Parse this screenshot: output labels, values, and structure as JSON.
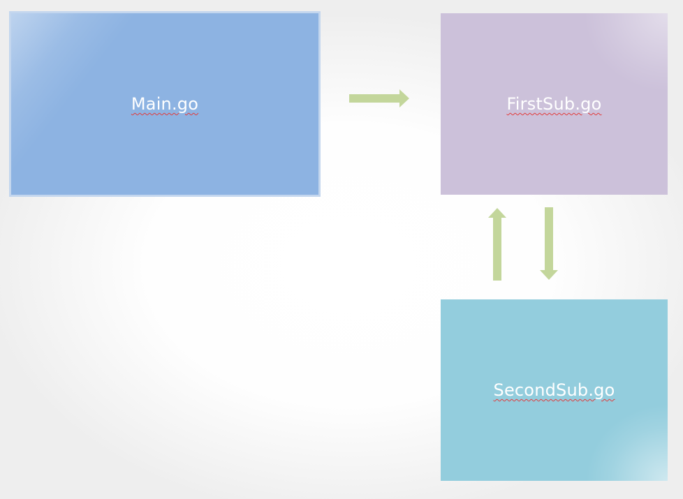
{
  "diagram": {
    "nodes": [
      {
        "id": "main",
        "label": "Main.go",
        "color": "#8db3e2"
      },
      {
        "id": "firstsub",
        "label": "FirstSub.go",
        "color": "#ccc1da"
      },
      {
        "id": "secondsub",
        "label": "SecondSub.go",
        "color": "#93cddd"
      }
    ],
    "edges": [
      {
        "from": "main",
        "to": "firstsub",
        "direction": "right"
      },
      {
        "from": "secondsub",
        "to": "firstsub",
        "direction": "up"
      },
      {
        "from": "firstsub",
        "to": "secondsub",
        "direction": "down"
      }
    ],
    "arrow_color": "#c3d69b"
  }
}
